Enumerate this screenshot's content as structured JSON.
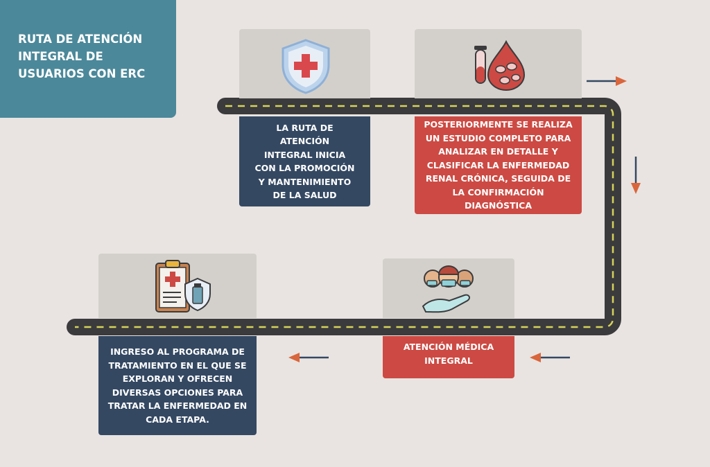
{
  "title": "RUTA  DE ATENCIÓN\nINTEGRAL DE\nUSUARIOS CON ERC",
  "steps": [
    {
      "text": "LA RUTA DE ATENCIÓN INTEGRAL INICIA CON LA PROMOCIÓN Y MANTENIMIENTO DE LA SALUD",
      "icon": "shield-cross-icon",
      "color": "#344862"
    },
    {
      "text": "POSTERIORMENTE SE REALIZA UN ESTUDIO COMPLETO PARA ANALIZAR EN DETALLE Y CLASIFICAR LA ENFERMEDAD RENAL CRÓNICA, SEGUIDA DE LA CONFIRMACIÓN DIAGNÓSTICA",
      "icon": "blood-test-icon",
      "color": "#cc4a43"
    },
    {
      "text": "ATENCIÓN MÉDICA INTEGRAL",
      "icon": "medical-team-hand-icon",
      "color": "#cc4a43"
    },
    {
      "text": "INGRESO AL PROGRAMA DE TRATAMIENTO EN EL QUE SE EXPLORAN Y OFRECEN DIVERSAS OPCIONES PARA TRATAR LA ENFERMEDAD EN CADA ETAPA.",
      "icon": "clipboard-medicine-icon",
      "color": "#344862"
    }
  ],
  "colors": {
    "road": "#3b3b3d",
    "dash": "#d6d35a",
    "arrow_line": "#344862",
    "arrow_head": "#d9663c"
  }
}
